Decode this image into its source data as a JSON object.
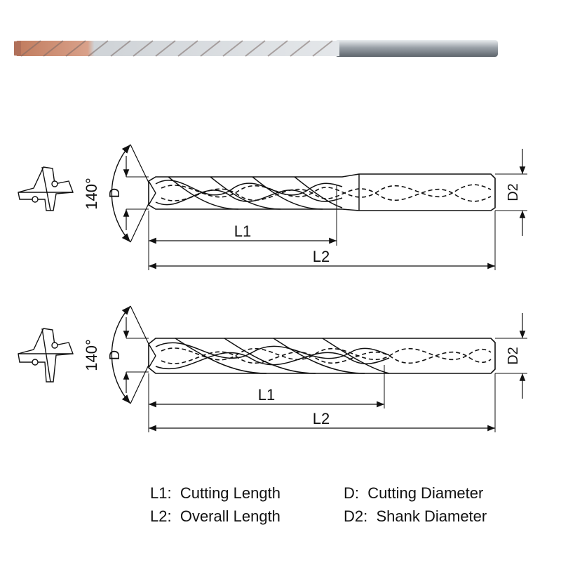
{
  "colors": {
    "line": "#111111",
    "coating": "#c88a6e",
    "steel": "#c9cdd2"
  },
  "drawing_1": {
    "angle_label": "140°",
    "d_label": "D",
    "d2_label": "D2",
    "l1_label": "L1",
    "l2_label": "L2"
  },
  "drawing_2": {
    "angle_label": "140°",
    "d_label": "D",
    "d2_label": "D2",
    "l1_label": "L1",
    "l2_label": "L2"
  },
  "legend": {
    "items": [
      {
        "key": "L1:",
        "text": "Cutting Length"
      },
      {
        "key": "L2:",
        "text": "Overall Length"
      },
      {
        "key": "D:",
        "text": "Cutting Diameter"
      },
      {
        "key": "D2:",
        "text": "Shank Diameter"
      }
    ]
  }
}
